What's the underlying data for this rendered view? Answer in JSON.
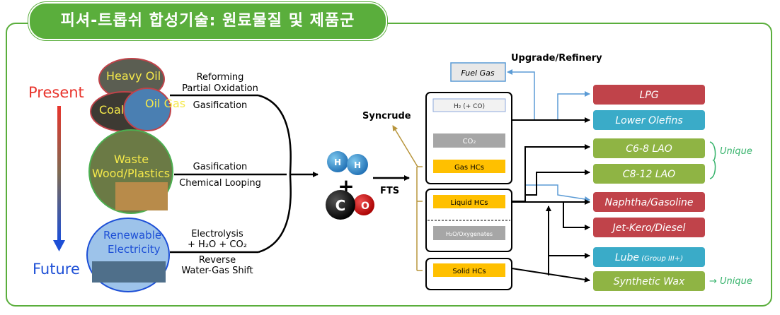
{
  "title": "피셔-트롭쉬 합성기술: 원료물질 및 제품군",
  "timeline": {
    "start": "Present",
    "end": "Future"
  },
  "feedstocks": [
    {
      "labels": [
        "Heavy Oil",
        "Coal",
        "Oil Gas"
      ],
      "processes": [
        "Reforming",
        "Partial Oxidation",
        "Gasification"
      ]
    },
    {
      "labels": [
        "Waste",
        "Wood/Plastics"
      ],
      "processes": [
        "Gasification",
        "Chemical Looping"
      ]
    },
    {
      "labels": [
        "Renewable",
        "Electricity"
      ],
      "processes": [
        "Electrolysis",
        "+ H₂O + CO₂",
        "Reverse",
        "Water-Gas Shift"
      ]
    }
  ],
  "molecules": {
    "h": "H",
    "c": "C",
    "o": "O",
    "plus": "+"
  },
  "fts_label": "FTS",
  "syncrude_label": "Syncrude",
  "upgrade_label": "Upgrade/Refinery",
  "fuel_gas": "Fuel Gas",
  "gas_box": {
    "h2": "H₂ (+ CO)",
    "co2": "CO₂",
    "gas_hcs": "Gas HCs"
  },
  "liquid_box": {
    "liquid_hcs": "Liquid HCs",
    "h2o": "H₂O/Oxygenates"
  },
  "solid_box": {
    "solid_hcs": "Solid HCs"
  },
  "products": [
    {
      "label": "LPG",
      "color": "#c0434a"
    },
    {
      "label": "Lower Olefins",
      "color": "#3aabc8"
    },
    {
      "label": "C6-8 LAO",
      "color": "#8fb444"
    },
    {
      "label": "C8-12 LAO",
      "color": "#8fb444"
    },
    {
      "label": "Naphtha/Gasoline",
      "color": "#c0434a"
    },
    {
      "label": "Jet-Kero/Diesel",
      "color": "#c0434a"
    },
    {
      "label": "Lube",
      "sub": "(Group III+)",
      "color": "#3aabc8"
    },
    {
      "label": "Synthetic Wax",
      "color": "#8fb444"
    }
  ],
  "unique_labels": [
    "Unique",
    "→ Unique"
  ]
}
